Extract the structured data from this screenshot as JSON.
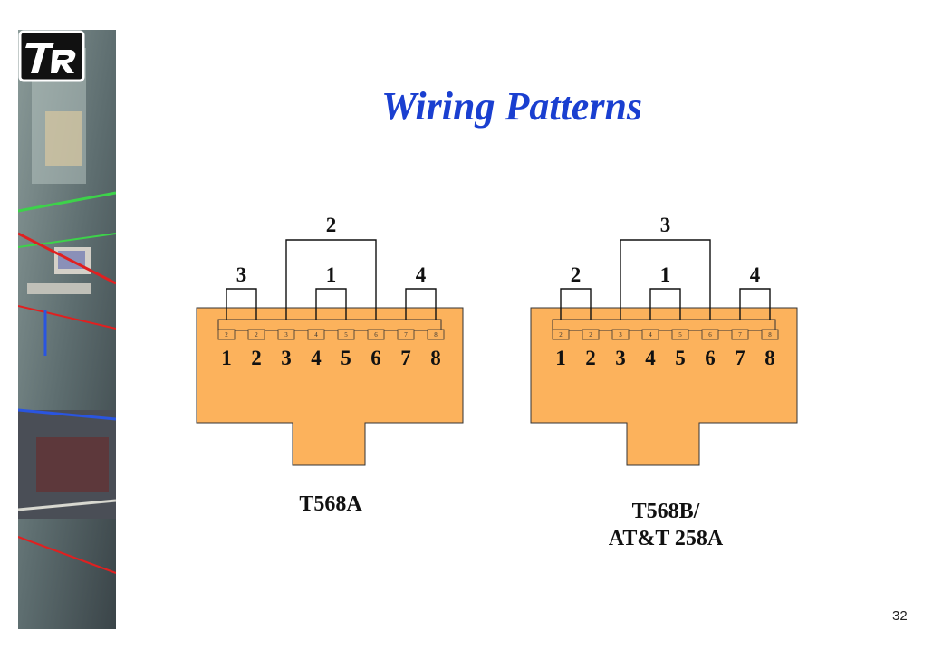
{
  "title": "Wiring Patterns",
  "page_number": "32",
  "colors": {
    "title": "#1a3fd0",
    "plug_body": "#fcb25c",
    "sidebar_green": "#3dd24a",
    "sidebar_red": "#e02020",
    "sidebar_blue": "#2a55e0"
  },
  "logo_icon": "tr-logo-icon",
  "connectors": [
    {
      "label_lines": [
        "T568A"
      ],
      "pins_large": [
        "1",
        "2",
        "3",
        "4",
        "5",
        "6",
        "7",
        "8"
      ],
      "pins_small": [
        "2",
        "2",
        "3",
        "4",
        "5",
        "6",
        "7",
        "8"
      ],
      "pairs": [
        {
          "label": "3",
          "pins": [
            1,
            2
          ]
        },
        {
          "label": "1",
          "pins": [
            4,
            5
          ]
        },
        {
          "label": "4",
          "pins": [
            7,
            8
          ]
        },
        {
          "label": "2",
          "pins": [
            3,
            6
          ]
        }
      ]
    },
    {
      "label_lines": [
        "T568B/",
        "AT&T 258A"
      ],
      "pins_large": [
        "1",
        "2",
        "3",
        "4",
        "5",
        "6",
        "7",
        "8"
      ],
      "pins_small": [
        "2",
        "2",
        "3",
        "4",
        "5",
        "6",
        "7",
        "8"
      ],
      "pairs": [
        {
          "label": "2",
          "pins": [
            1,
            2
          ]
        },
        {
          "label": "1",
          "pins": [
            4,
            5
          ]
        },
        {
          "label": "4",
          "pins": [
            7,
            8
          ]
        },
        {
          "label": "3",
          "pins": [
            3,
            6
          ]
        }
      ]
    }
  ]
}
